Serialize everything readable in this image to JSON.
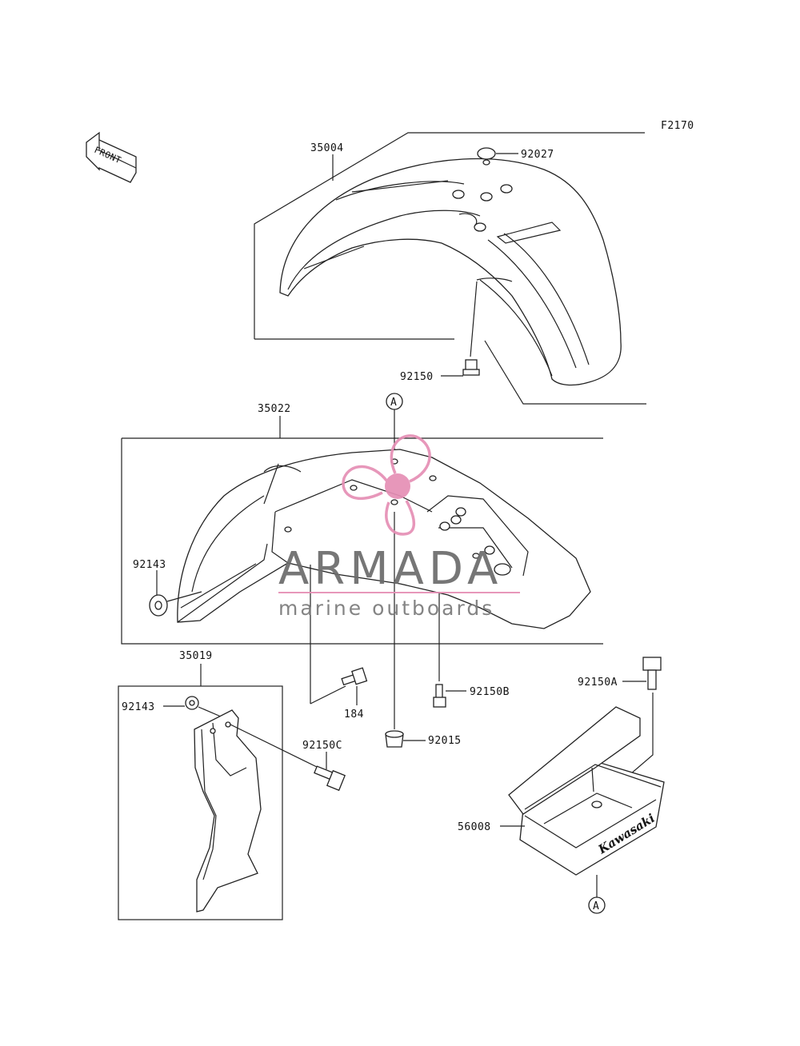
{
  "figure_code": "F2170",
  "front_label": "FRONT",
  "callouts": {
    "front_fender": "35004",
    "cap_top": "92027",
    "bolt_front": "92150",
    "rear_fender": "35022",
    "ref_a_top": "A",
    "grommet_left": "92143",
    "guard": "35019",
    "grommet_guard": "92143",
    "bolt_184": "184",
    "bolt_b": "92150B",
    "nut": "92015",
    "bolt_c": "92150C",
    "bolt_a": "92150A",
    "tool_case": "56008",
    "ref_a_bottom": "A"
  },
  "tool_case_brand": "Kawasaki",
  "watermark": {
    "brand": "ARMADA",
    "tagline": "marine outboards",
    "accent_color": "#e58fb5",
    "text_color": "#6b6b6b"
  }
}
